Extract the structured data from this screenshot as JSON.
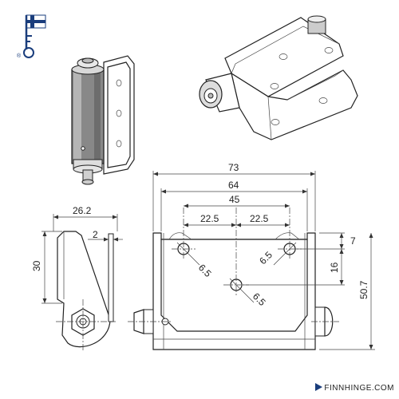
{
  "brand": {
    "name": "FINNHINGE.COM",
    "trademark": "®"
  },
  "logo": {
    "accent": "#1a3d7c"
  },
  "dimensions": {
    "overall_width": "73",
    "inner_width": "64",
    "hole_span": "45",
    "hole_offset_left": "22.5",
    "hole_offset_right": "22.5",
    "side_depth": "26.2",
    "plate_thickness": "2",
    "side_height": "30",
    "hole_dia_left": "6.5",
    "hole_dia_right": "6.5",
    "hole_dia_center": "6.5",
    "top_to_hole": "7",
    "hole_vertical_spacing": "16",
    "overall_height": "50.7"
  }
}
